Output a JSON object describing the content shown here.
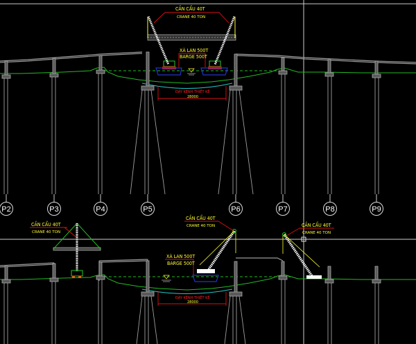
{
  "drawing": {
    "background": "#000000",
    "colors": {
      "structure": "#9a9a9a",
      "ground": "#22bb22",
      "water": "#22bb22",
      "annotation_text": "#ffff33",
      "leader": "#dd1111",
      "barge": "#2233cc",
      "crane_base": "#22cc22",
      "crane_boom": "#ffffff",
      "crosshair": "#d0d0d0"
    },
    "piers": [
      {
        "id": "P2",
        "label": "P2"
      },
      {
        "id": "P3",
        "label": "P3"
      },
      {
        "id": "P4",
        "label": "P4"
      },
      {
        "id": "P5",
        "label": "P5"
      },
      {
        "id": "P6",
        "label": "P6"
      },
      {
        "id": "P7",
        "label": "P7"
      },
      {
        "id": "P8",
        "label": "P8"
      },
      {
        "id": "P9",
        "label": "P9"
      }
    ],
    "stage1": {
      "crane_label_vi": "CẦN CẨU 40T",
      "crane_label_en": "CRANE 40 TON",
      "barge_label_vi": "XÀ LAN 500T",
      "barge_label_en": "BARGE 500T",
      "channel_label": "ĐÁY KÊNH THIẾT KẾ",
      "channel_width": "28000"
    },
    "stage2": {
      "crane_left_vi": "CẦN CẨU 40T",
      "crane_left_en": "CRANE 40 TON",
      "crane_mid_vi": "CẦN CẨU 40T",
      "crane_mid_en": "CRANE 40 TON",
      "crane_right_vi": "CẦN CẨU 40T",
      "crane_right_en": "CRANE 40 TON",
      "barge_label_vi": "XÀ LAN 500T",
      "barge_label_en": "BARGE 500T",
      "channel_label": "ĐÁY KÊNH THIẾT KẾ",
      "channel_width": "28000"
    }
  }
}
